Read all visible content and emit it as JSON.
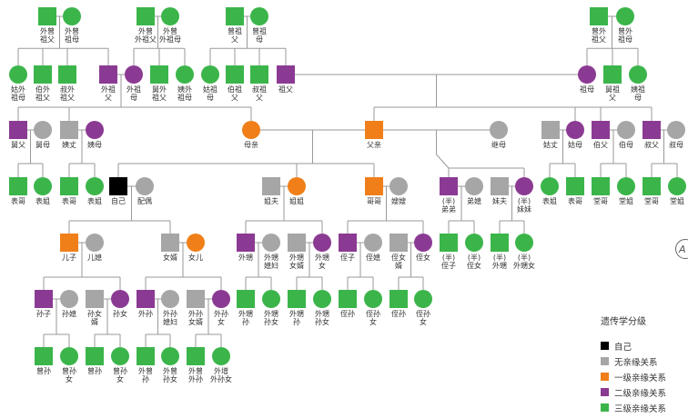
{
  "colors": {
    "self": "#000000",
    "none": "#a6a6a6",
    "first": "#f07f1a",
    "second": "#8b3a93",
    "third": "#3bb54a",
    "line": "#9a9a9a"
  },
  "legend": {
    "title": "遗传学分级",
    "items": [
      {
        "label": "自己",
        "level": "self"
      },
      {
        "label": "无亲缘关系",
        "level": "none"
      },
      {
        "label": "一级亲缘关系",
        "level": "first"
      },
      {
        "label": "二级亲缘关系",
        "level": "second"
      },
      {
        "label": "三级亲缘关系",
        "level": "third"
      }
    ]
  },
  "edge_mark": "A",
  "people": [
    {
      "id": "mgf2",
      "shape": "square",
      "level": "third",
      "label": [
        "外曾",
        "祖父"
      ]
    },
    {
      "id": "mgm2",
      "shape": "circle",
      "level": "third",
      "label": [
        "外曾",
        "祖母"
      ]
    },
    {
      "id": "mgf1",
      "shape": "square",
      "level": "third",
      "label": [
        "外曾",
        "外祖父"
      ]
    },
    {
      "id": "mgm1",
      "shape": "circle",
      "level": "third",
      "label": [
        "外曾",
        "外祖母"
      ]
    },
    {
      "id": "pgf2",
      "shape": "square",
      "level": "third",
      "label": [
        "曾祖",
        "父"
      ]
    },
    {
      "id": "pgm2",
      "shape": "circle",
      "level": "third",
      "label": [
        "曾祖",
        "母"
      ]
    },
    {
      "id": "pgf1",
      "shape": "square",
      "level": "third",
      "label": [
        "曾外",
        "祖父"
      ]
    },
    {
      "id": "pgm1",
      "shape": "circle",
      "level": "third",
      "label": [
        "曾外",
        "祖母"
      ]
    },
    {
      "id": "g_gum_m",
      "shape": "circle",
      "level": "third",
      "label": [
        "姑外",
        "祖母"
      ]
    },
    {
      "id": "g_bo_m",
      "shape": "square",
      "level": "third",
      "label": [
        "伯外",
        "祖父"
      ]
    },
    {
      "id": "g_shu_m",
      "shape": "square",
      "level": "third",
      "label": [
        "叔外",
        "祖父"
      ]
    },
    {
      "id": "mgf",
      "shape": "square",
      "level": "second",
      "label": [
        "外祖",
        "父"
      ]
    },
    {
      "id": "mgm",
      "shape": "circle",
      "level": "second",
      "label": [
        "外祖",
        "母"
      ]
    },
    {
      "id": "g_jiu_m",
      "shape": "square",
      "level": "third",
      "label": [
        "舅外",
        "祖父"
      ]
    },
    {
      "id": "g_yi_m",
      "shape": "circle",
      "level": "third",
      "label": [
        "姨外",
        "祖母"
      ]
    },
    {
      "id": "g_gu_p",
      "shape": "circle",
      "level": "third",
      "label": [
        "姑祖",
        "母"
      ]
    },
    {
      "id": "g_bo_p",
      "shape": "square",
      "level": "third",
      "label": [
        "伯祖",
        "父"
      ]
    },
    {
      "id": "g_shu_p",
      "shape": "square",
      "level": "third",
      "label": [
        "叔祖",
        "父"
      ]
    },
    {
      "id": "pgf",
      "shape": "square",
      "level": "second",
      "label": [
        "祖父"
      ]
    },
    {
      "id": "pgm",
      "shape": "circle",
      "level": "second",
      "label": [
        "祖母"
      ]
    },
    {
      "id": "g_jiu_p",
      "shape": "square",
      "level": "third",
      "label": [
        "舅祖",
        "父"
      ]
    },
    {
      "id": "g_yi_p",
      "shape": "circle",
      "level": "third",
      "label": [
        "姨祖",
        "母"
      ]
    },
    {
      "id": "jiufu",
      "shape": "square",
      "level": "second",
      "label": [
        "舅父"
      ]
    },
    {
      "id": "jiumu",
      "shape": "circle",
      "level": "none",
      "label": [
        "舅母"
      ]
    },
    {
      "id": "yizhang",
      "shape": "square",
      "level": "none",
      "label": [
        "姨丈"
      ]
    },
    {
      "id": "yimu",
      "shape": "circle",
      "level": "second",
      "label": [
        "姨母"
      ]
    },
    {
      "id": "mother",
      "shape": "circle",
      "level": "first",
      "label": [
        "母亲"
      ]
    },
    {
      "id": "father",
      "shape": "square",
      "level": "first",
      "label": [
        "父亲"
      ]
    },
    {
      "id": "stepmom",
      "shape": "circle",
      "level": "none",
      "label": [
        "继母"
      ]
    },
    {
      "id": "guzhang",
      "shape": "square",
      "level": "none",
      "label": [
        "姑丈"
      ]
    },
    {
      "id": "gumu",
      "shape": "circle",
      "level": "second",
      "label": [
        "姑母"
      ]
    },
    {
      "id": "bofu",
      "shape": "square",
      "level": "second",
      "label": [
        "伯父"
      ]
    },
    {
      "id": "bomu",
      "shape": "circle",
      "level": "none",
      "label": [
        "伯母"
      ]
    },
    {
      "id": "shufu",
      "shape": "square",
      "level": "second",
      "label": [
        "叔父"
      ]
    },
    {
      "id": "shumu",
      "shape": "circle",
      "level": "none",
      "label": [
        "叔母"
      ]
    },
    {
      "id": "c1",
      "shape": "square",
      "level": "third",
      "label": [
        "表哥"
      ]
    },
    {
      "id": "c2",
      "shape": "circle",
      "level": "third",
      "label": [
        "表姐"
      ]
    },
    {
      "id": "c3",
      "shape": "square",
      "level": "third",
      "label": [
        "表哥"
      ]
    },
    {
      "id": "c4",
      "shape": "circle",
      "level": "third",
      "label": [
        "表姐"
      ]
    },
    {
      "id": "self",
      "shape": "square",
      "level": "self",
      "label": [
        "自己"
      ]
    },
    {
      "id": "spouse",
      "shape": "circle",
      "level": "none",
      "label": [
        "配偶"
      ]
    },
    {
      "id": "jiefu",
      "shape": "square",
      "level": "none",
      "label": [
        "姐夫"
      ]
    },
    {
      "id": "jiejie",
      "shape": "circle",
      "level": "first",
      "label": [
        "姐姐"
      ]
    },
    {
      "id": "gege",
      "shape": "square",
      "level": "first",
      "label": [
        "哥哥"
      ]
    },
    {
      "id": "saosao",
      "shape": "circle",
      "level": "none",
      "label": [
        "嫂嫂"
      ]
    },
    {
      "id": "halfbro",
      "shape": "square",
      "level": "second",
      "label": [
        "(半)",
        "弟弟"
      ]
    },
    {
      "id": "dixi",
      "shape": "circle",
      "level": "none",
      "label": [
        "弟媳"
      ]
    },
    {
      "id": "meifu",
      "shape": "square",
      "level": "none",
      "label": [
        "妹夫"
      ]
    },
    {
      "id": "halfsis",
      "shape": "circle",
      "level": "second",
      "label": [
        "(半)",
        "妹妹"
      ]
    },
    {
      "id": "c5",
      "shape": "circle",
      "level": "third",
      "label": [
        "表姐"
      ]
    },
    {
      "id": "c6",
      "shape": "square",
      "level": "third",
      "label": [
        "表哥"
      ]
    },
    {
      "id": "c7",
      "shape": "square",
      "level": "third",
      "label": [
        "堂哥"
      ]
    },
    {
      "id": "c8",
      "shape": "circle",
      "level": "third",
      "label": [
        "堂姐"
      ]
    },
    {
      "id": "c9",
      "shape": "square",
      "level": "third",
      "label": [
        "堂哥"
      ]
    },
    {
      "id": "c10",
      "shape": "circle",
      "level": "third",
      "label": [
        "堂姐"
      ]
    },
    {
      "id": "son",
      "shape": "square",
      "level": "first",
      "label": [
        "儿子"
      ]
    },
    {
      "id": "dil",
      "shape": "circle",
      "level": "none",
      "label": [
        "儿媳"
      ]
    },
    {
      "id": "sil",
      "shape": "square",
      "level": "none",
      "label": [
        "女婿"
      ]
    },
    {
      "id": "daughter",
      "shape": "circle",
      "level": "first",
      "label": [
        "女儿"
      ]
    },
    {
      "id": "ws1",
      "shape": "square",
      "level": "second",
      "label": [
        "外甥"
      ]
    },
    {
      "id": "ws1w",
      "shape": "circle",
      "level": "none",
      "label": [
        "外甥",
        "媳妇"
      ]
    },
    {
      "id": "wd1h",
      "shape": "square",
      "level": "none",
      "label": [
        "外甥",
        "女婿"
      ]
    },
    {
      "id": "wd1",
      "shape": "circle",
      "level": "second",
      "label": [
        "外甥",
        "女"
      ]
    },
    {
      "id": "zhizi",
      "shape": "square",
      "level": "second",
      "label": [
        "侄子"
      ]
    },
    {
      "id": "zhixi",
      "shape": "circle",
      "level": "none",
      "label": [
        "侄媳"
      ]
    },
    {
      "id": "znxu",
      "shape": "square",
      "level": "none",
      "label": [
        "侄女",
        "婿"
      ]
    },
    {
      "id": "zhinv",
      "shape": "circle",
      "level": "second",
      "label": [
        "侄女"
      ]
    },
    {
      "id": "hzz",
      "shape": "square",
      "level": "third",
      "label": [
        "(半)",
        "侄子"
      ]
    },
    {
      "id": "hzn",
      "shape": "circle",
      "level": "third",
      "label": [
        "(半)",
        "侄女"
      ]
    },
    {
      "id": "hws",
      "shape": "square",
      "level": "third",
      "label": [
        "(半)",
        "外甥"
      ]
    },
    {
      "id": "hwn",
      "shape": "circle",
      "level": "third",
      "label": [
        "(半)",
        "外甥女"
      ]
    },
    {
      "id": "sunzi",
      "shape": "square",
      "level": "second",
      "label": [
        "孙子"
      ]
    },
    {
      "id": "sunxi",
      "shape": "circle",
      "level": "none",
      "label": [
        "孙媳"
      ]
    },
    {
      "id": "snxu",
      "shape": "square",
      "level": "none",
      "label": [
        "孙女",
        "婿"
      ]
    },
    {
      "id": "sunnv",
      "shape": "circle",
      "level": "second",
      "label": [
        "孙女"
      ]
    },
    {
      "id": "wsz",
      "shape": "square",
      "level": "second",
      "label": [
        "外孙"
      ]
    },
    {
      "id": "wsxf",
      "shape": "circle",
      "level": "none",
      "label": [
        "外孙",
        "媳妇"
      ]
    },
    {
      "id": "wsnx",
      "shape": "square",
      "level": "none",
      "label": [
        "外孙",
        "女婿"
      ]
    },
    {
      "id": "wsn",
      "shape": "circle",
      "level": "second",
      "label": [
        "外孙",
        "女"
      ]
    },
    {
      "id": "g1",
      "shape": "square",
      "level": "third",
      "label": [
        "外甥",
        "孙"
      ]
    },
    {
      "id": "g2",
      "shape": "circle",
      "level": "third",
      "label": [
        "外甥",
        "孙女"
      ]
    },
    {
      "id": "g3",
      "shape": "square",
      "level": "third",
      "label": [
        "外甥",
        "孙"
      ]
    },
    {
      "id": "g4",
      "shape": "circle",
      "level": "third",
      "label": [
        "外甥",
        "孙女"
      ]
    },
    {
      "id": "g5",
      "shape": "square",
      "level": "third",
      "label": [
        "侄孙"
      ]
    },
    {
      "id": "g6",
      "shape": "circle",
      "level": "third",
      "label": [
        "侄孙",
        "女"
      ]
    },
    {
      "id": "g7",
      "shape": "square",
      "level": "third",
      "label": [
        "侄孙"
      ]
    },
    {
      "id": "g8",
      "shape": "circle",
      "level": "third",
      "label": [
        "侄孙",
        "女"
      ]
    },
    {
      "id": "k1",
      "shape": "square",
      "level": "third",
      "label": [
        "曾孙"
      ]
    },
    {
      "id": "k2",
      "shape": "circle",
      "level": "third",
      "label": [
        "曾孙",
        "女"
      ]
    },
    {
      "id": "k3",
      "shape": "square",
      "level": "third",
      "label": [
        "曾孙"
      ]
    },
    {
      "id": "k4",
      "shape": "circle",
      "level": "third",
      "label": [
        "曾孙",
        "女"
      ]
    },
    {
      "id": "k5",
      "shape": "square",
      "level": "third",
      "label": [
        "外曾",
        "孙"
      ]
    },
    {
      "id": "k6",
      "shape": "circle",
      "level": "third",
      "label": [
        "外曾",
        "孙女"
      ]
    },
    {
      "id": "k7",
      "shape": "square",
      "level": "third",
      "label": [
        "外曾",
        "外孙"
      ]
    },
    {
      "id": "k8",
      "shape": "circle",
      "level": "third",
      "label": [
        "外增",
        "外孙女"
      ]
    }
  ]
}
